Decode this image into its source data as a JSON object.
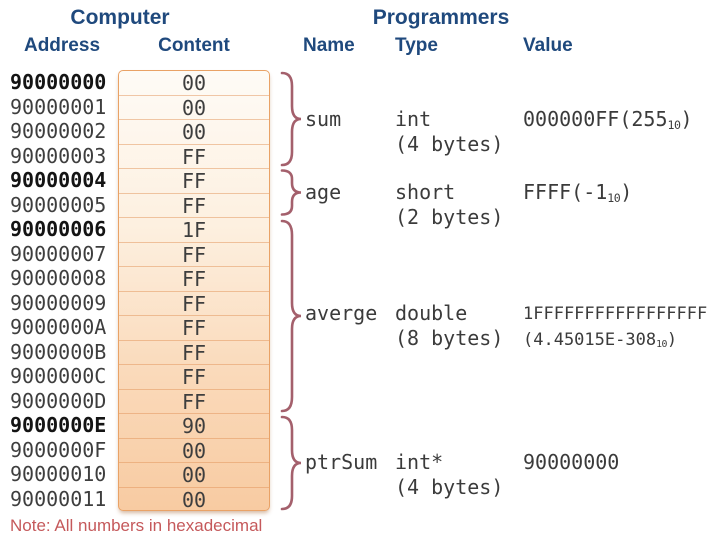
{
  "titles": {
    "computer": "Computer",
    "programmers": "Programmers"
  },
  "column_headers": {
    "address": "Address",
    "content": "Content",
    "name": "Name",
    "type": "Type",
    "value": "Value"
  },
  "memory": {
    "rows": [
      {
        "address": "90000000",
        "content": "00"
      },
      {
        "address": "90000001",
        "content": "00"
      },
      {
        "address": "90000002",
        "content": "00"
      },
      {
        "address": "90000003",
        "content": "FF"
      },
      {
        "address": "90000004",
        "content": "FF"
      },
      {
        "address": "90000005",
        "content": "FF"
      },
      {
        "address": "90000006",
        "content": "1F"
      },
      {
        "address": "90000007",
        "content": "FF"
      },
      {
        "address": "90000008",
        "content": "FF"
      },
      {
        "address": "90000009",
        "content": "FF"
      },
      {
        "address": "9000000A",
        "content": "FF"
      },
      {
        "address": "9000000B",
        "content": "FF"
      },
      {
        "address": "9000000C",
        "content": "FF"
      },
      {
        "address": "9000000D",
        "content": "FF"
      },
      {
        "address": "9000000E",
        "content": "90"
      },
      {
        "address": "9000000F",
        "content": "00"
      },
      {
        "address": "90000010",
        "content": "00"
      },
      {
        "address": "90000011",
        "content": "00"
      }
    ]
  },
  "variables": [
    {
      "name": "sum",
      "type_line1": "int",
      "type_line2": "(4 bytes)",
      "value_line1": {
        "main": "000000FF(255",
        "sub": "10",
        "close": ")"
      },
      "value_line2": {}
    },
    {
      "name": "age",
      "type_line1": "short",
      "type_line2": "(2 bytes)",
      "value_line1": {
        "main": "FFFF(-1",
        "sub": "10",
        "close": ")"
      },
      "value_line2": {}
    },
    {
      "name": "averge",
      "type_line1": "double",
      "type_line2": "(8 bytes)",
      "value_line1": {
        "main": "1FFFFFFFFFFFFFFFFF"
      },
      "value_line2": {
        "main": "(4.45015E-308",
        "sub": "10",
        "close": ")"
      }
    },
    {
      "name": "ptrSum",
      "type_line1": "int*",
      "type_line2": "(4 bytes)",
      "value_line1": {
        "main": "90000000"
      },
      "value_line2": {}
    }
  ],
  "note": "Note: All numbers in hexadecimal",
  "colors": {
    "header_blue": "#1F497D",
    "brace_maroon": "#A4606C",
    "note_red": "#C5595B",
    "cell_border_orange": "#E9A266",
    "cell_fill_top": "#FEFBF6",
    "cell_fill_bottom": "#F8CBA2"
  }
}
